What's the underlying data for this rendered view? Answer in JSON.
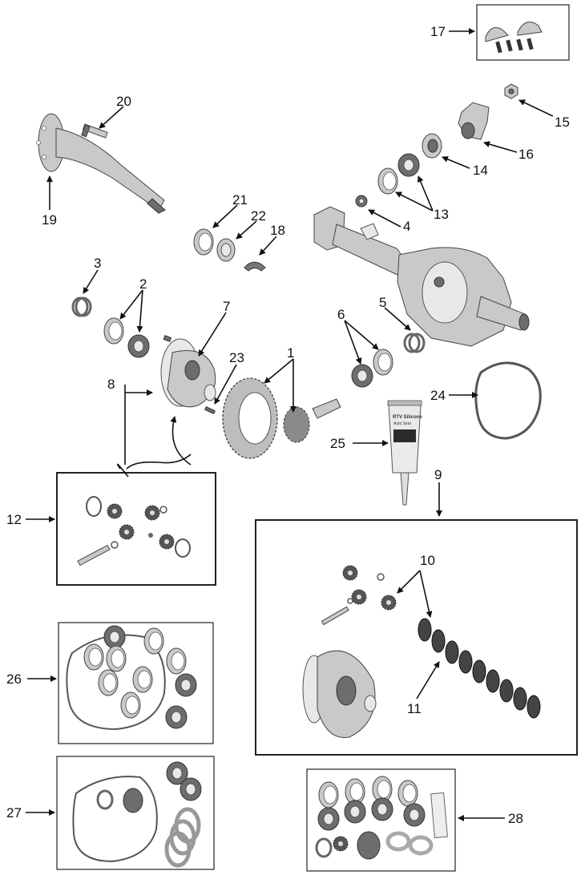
{
  "labels": {
    "l1": "1",
    "l2": "2",
    "l3": "3",
    "l4": "4",
    "l5": "5",
    "l6": "6",
    "l7": "7",
    "l8": "8",
    "l9": "9",
    "l10": "10",
    "l11": "11",
    "l12": "12",
    "l13": "13",
    "l14": "14",
    "l15": "15",
    "l16": "16",
    "l17": "17",
    "l18": "18",
    "l19": "19",
    "l20": "20",
    "l21": "21",
    "l22": "22",
    "l23": "23",
    "l24": "24",
    "l25": "25",
    "l26": "26",
    "l27": "27",
    "l28": "28"
  },
  "tube": {
    "brand": "RTV Silicone",
    "sub": "Auto Seal"
  }
}
